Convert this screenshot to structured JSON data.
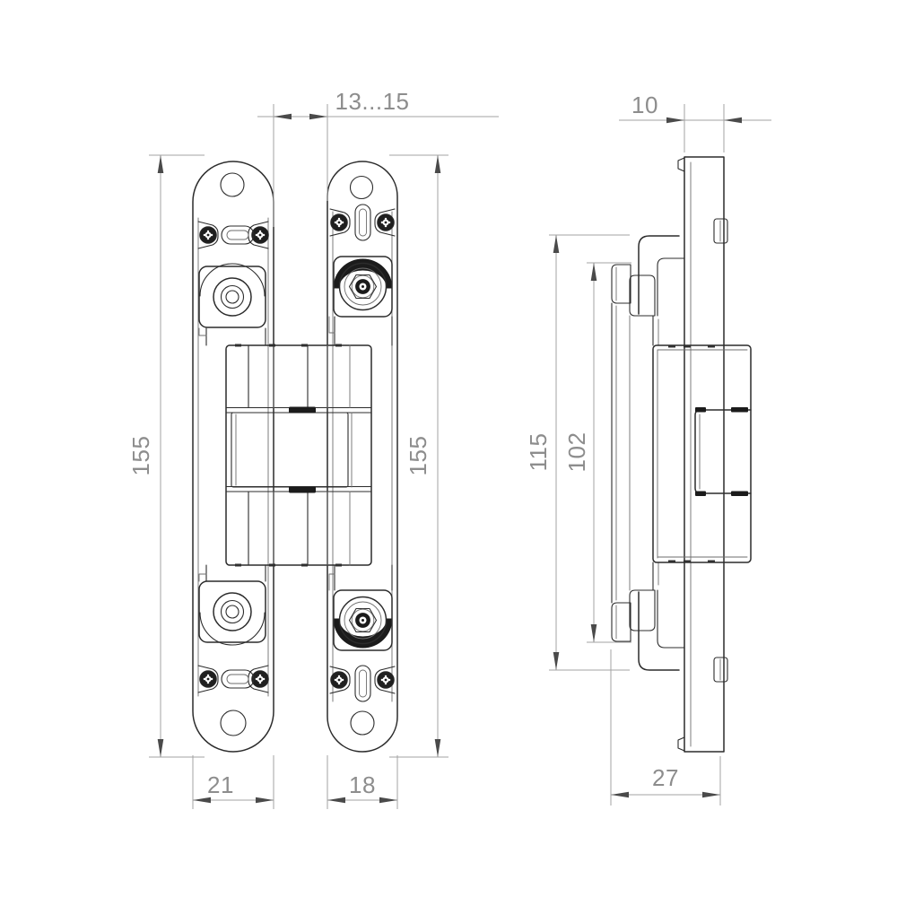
{
  "drawing": {
    "type": "technical-drawing",
    "subject": "concealed-hinge",
    "colors": {
      "background": "#ffffff",
      "part_line": "#2c2c2c",
      "dimension_line": "#a3a3a3",
      "label_text": "#8d8d8d",
      "dark_fill": "#1b1b1b"
    },
    "views": {
      "front": {
        "dimensions": {
          "gap": "13...15",
          "height_left": "155",
          "height_right": "155",
          "width_left": "21",
          "width_right": "18"
        }
      },
      "side": {
        "dimensions": {
          "thickness": "10",
          "height_outer": "115",
          "height_inner": "102",
          "depth": "27"
        }
      }
    }
  }
}
